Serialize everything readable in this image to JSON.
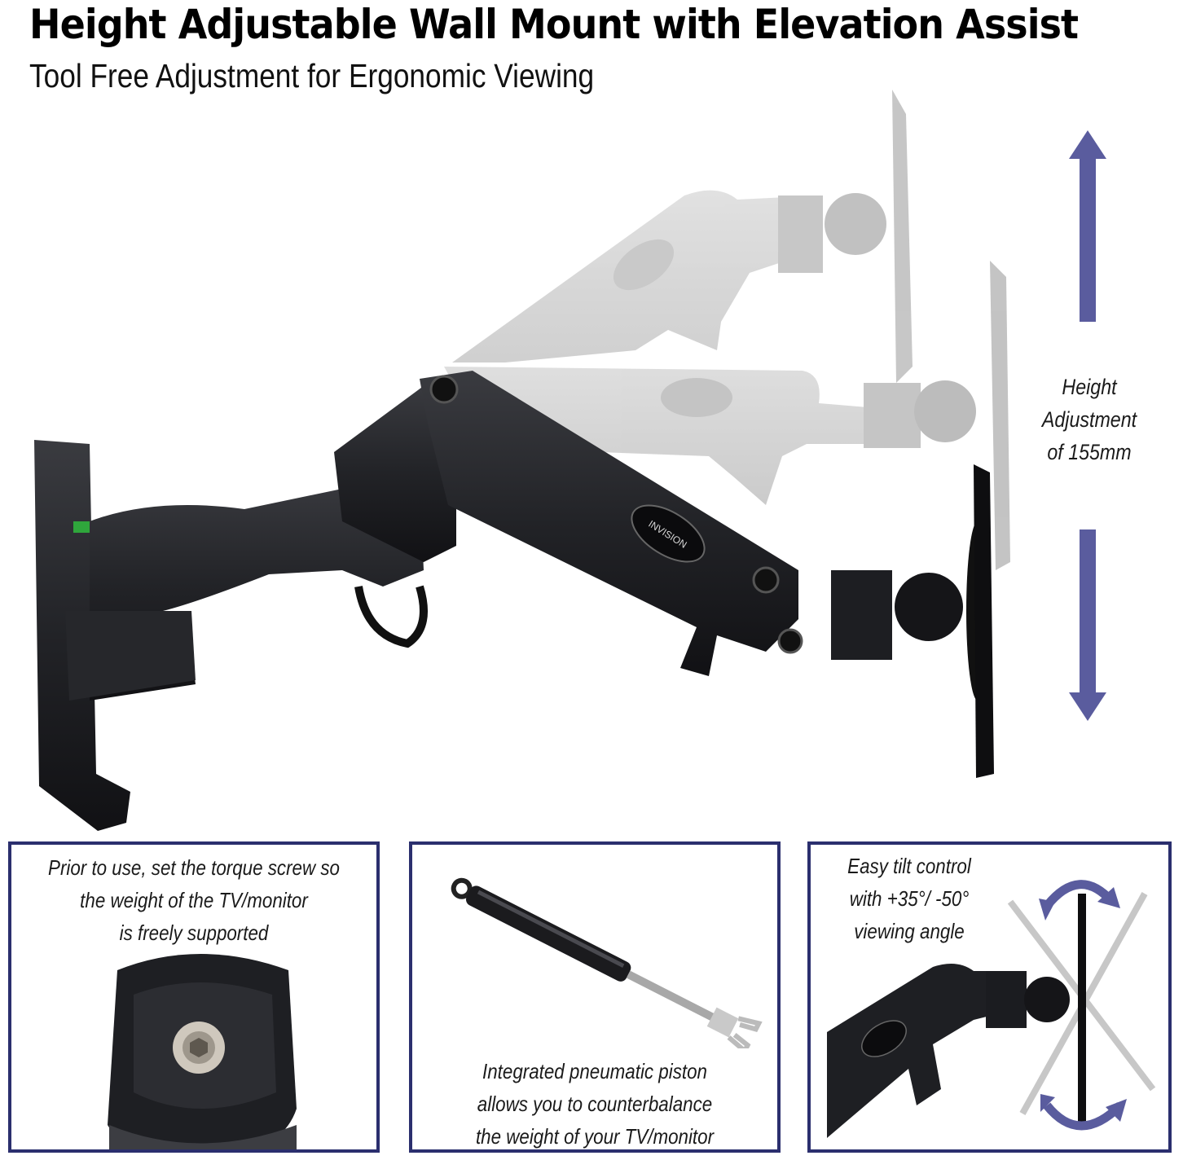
{
  "header": {
    "title": "Height Adjustable Wall Mount with Elevation Assist",
    "subtitle": "Tool Free Adjustment for Ergonomic Viewing"
  },
  "hero": {
    "brand_logo": "INVISION",
    "height_label_lines": [
      "Height",
      "Adjustment",
      "of 155mm"
    ],
    "arrow_color": "#5a5c9e",
    "icons": [
      "up-arrow-icon",
      "down-arrow-icon"
    ]
  },
  "panels": [
    {
      "caption_lines": [
        "Prior to use, set the torque screw so",
        "the weight of the TV/monitor",
        "is freely supported"
      ]
    },
    {
      "caption_lines": [
        "Integrated pneumatic piston",
        "allows you to counterbalance",
        "the weight of your TV/monitor"
      ]
    },
    {
      "caption_lines": [
        "Easy tilt control",
        "with +35°/ -50°",
        "viewing angle"
      ],
      "icons": [
        "rotate-top-arrow-icon",
        "rotate-bottom-arrow-icon"
      ]
    }
  ],
  "colors": {
    "panel_border": "#2b2f6e",
    "arrow": "#5a5c9e",
    "mount_dark": "#1f2024",
    "mount_ghost": "#b9b9b9"
  }
}
